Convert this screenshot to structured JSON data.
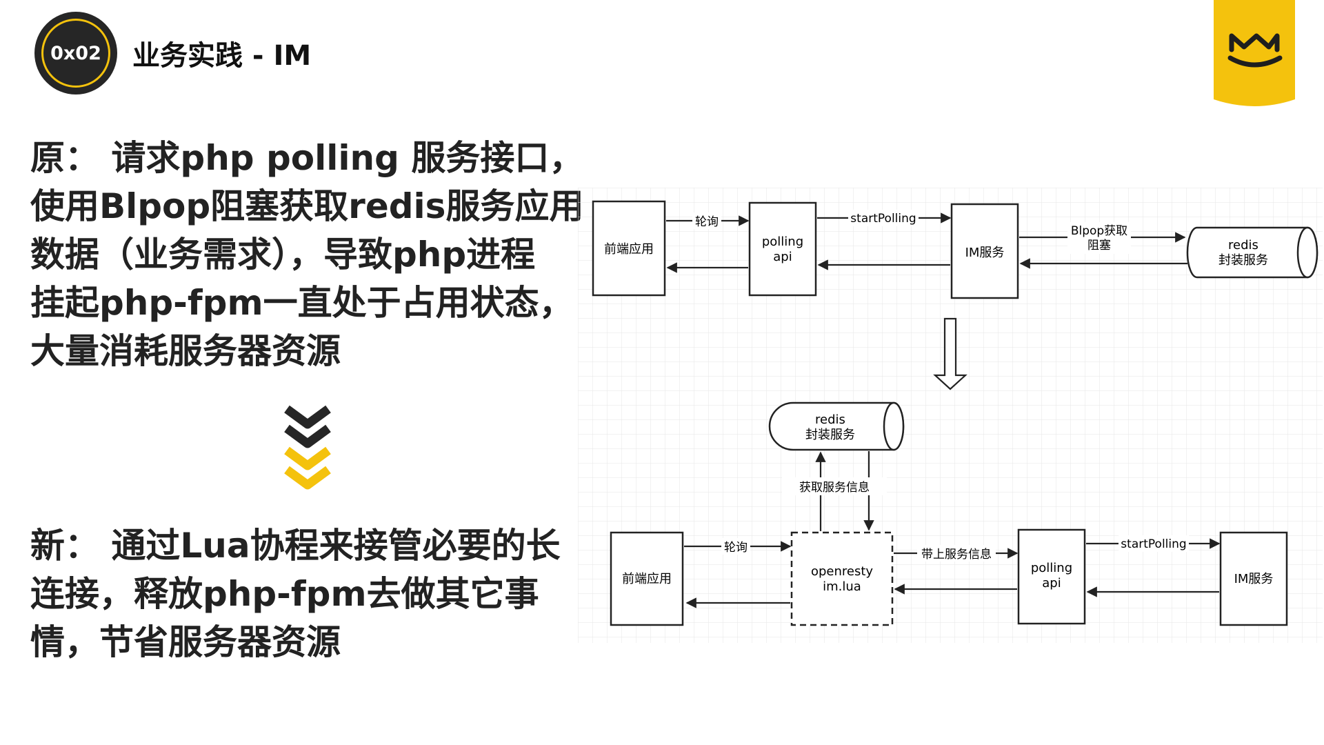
{
  "header": {
    "badge": "0x02",
    "title": "业务实践 - IM"
  },
  "brand": {
    "accent_color": "#f4c20d",
    "dark_color": "#262626",
    "logo_icon": "m-mouth-logo-icon"
  },
  "content": {
    "old_lines": [
      "原：  请求php  polling  服务接口，",
      "使用Blpop阻塞获取redis服务应用",
      "数据（业务需求），导致php进程",
      "挂起php-fpm一直处于占用状态，",
      "大量消耗服务器资源"
    ],
    "new_lines": [
      "新：  通过Lua协程来接管必要的长",
      "连接，释放php-fpm去做其它事",
      "情，节省服务器资源"
    ]
  },
  "diagram": {
    "top": {
      "frontend": "前端应用",
      "polling_line1": "polling",
      "polling_line2": "api",
      "im": "IM服务",
      "redis_line1": "redis",
      "redis_line2": "封装服务",
      "edge_poll": "轮询",
      "edge_start": "startPolling",
      "edge_blpop_line1": "Blpop获取",
      "edge_blpop_line2": "阻塞"
    },
    "bottom": {
      "frontend": "前端应用",
      "openresty_line1": "openresty",
      "openresty_line2": "im.lua",
      "polling_line1": "polling",
      "polling_line2": "api",
      "im": "IM服务",
      "redis_line1": "redis",
      "redis_line2": "封装服务",
      "edge_poll": "轮询",
      "edge_fetch": "获取服务信息",
      "edge_carry": "带上服务信息",
      "edge_start": "startPolling"
    }
  }
}
